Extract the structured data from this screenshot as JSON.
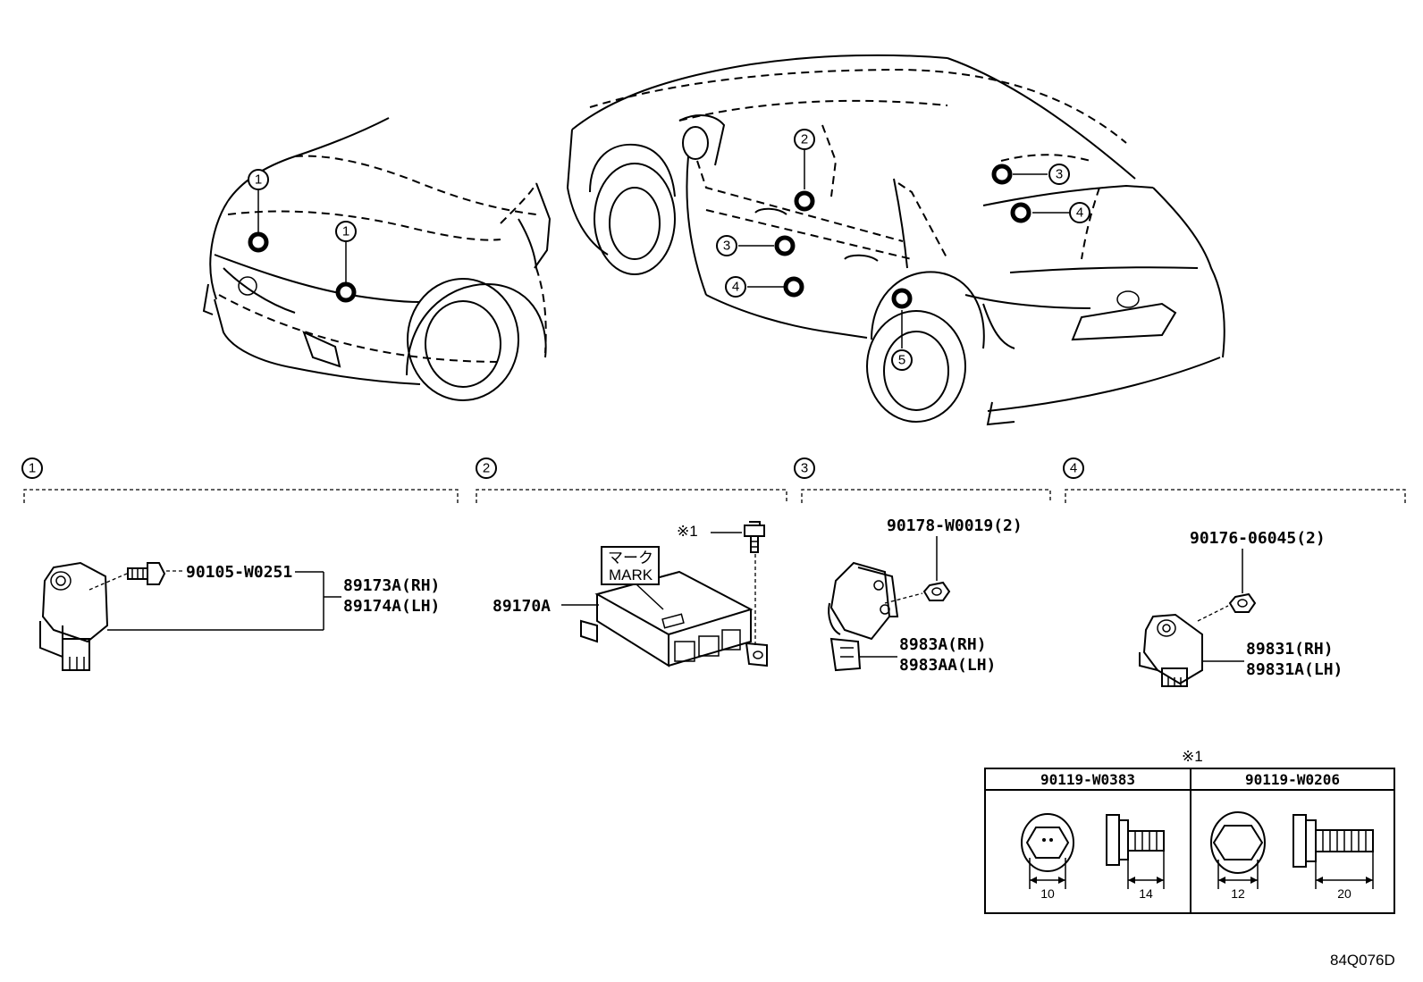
{
  "callouts": [
    "1",
    "2",
    "3",
    "4",
    "5"
  ],
  "sections": [
    {
      "id": "1",
      "parts": [
        "90105-W0251",
        "89173A(RH)",
        "89174A(LH)"
      ]
    },
    {
      "id": "2",
      "parts": [
        "89170A"
      ],
      "mark_label_jp": "マーク",
      "mark_label_en": "MARK",
      "note_ref": "※1"
    },
    {
      "id": "3",
      "parts": [
        "90178-W0019(2)",
        "8983A(RH)",
        "8983AA(LH)"
      ]
    },
    {
      "id": "4",
      "parts": [
        "90176-06045(2)",
        "89831(RH)",
        "89831A(LH)"
      ]
    }
  ],
  "bolt_table": {
    "note": "※1",
    "columns": [
      {
        "header": "90119-W0383",
        "head_size": "10",
        "length": "14"
      },
      {
        "header": "90119-W0206",
        "head_size": "12",
        "length": "20"
      }
    ]
  },
  "diagram_code": "84Q076D"
}
